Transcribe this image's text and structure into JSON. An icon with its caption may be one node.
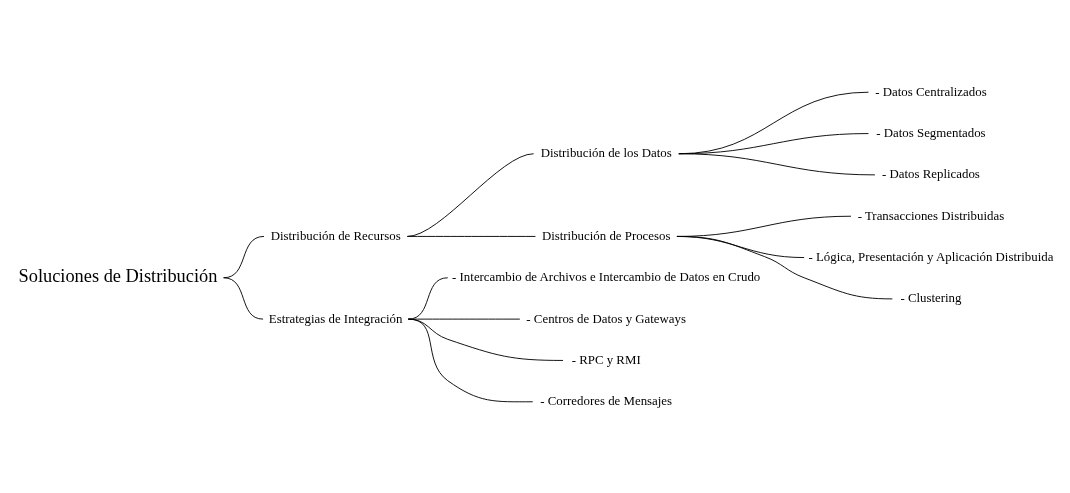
{
  "diagram": {
    "nodes": [
      {
        "text": [
          "Soluciones de Distribución"
        ]
      },
      {
        "text": [
          "Distribución de Recursos"
        ]
      },
      {
        "text": [
          "Estrategias de Integración"
        ]
      },
      {
        "text": [
          "Distribución de los Datos"
        ]
      },
      {
        "text": [
          "Distribución de Procesos"
        ]
      },
      {
        "text": [
          "- Datos Centralizados"
        ]
      },
      {
        "text": [
          "- Datos Segmentados"
        ]
      },
      {
        "text": [
          "- Datos Replicados"
        ]
      },
      {
        "text": [
          "- Transacciones Distribuidas"
        ]
      },
      {
        "text": [
          "- Lógica, Presentación y Aplicación Distribuida"
        ]
      },
      {
        "text": [
          "- Clustering"
        ]
      },
      {
        "text": [
          "- Intercambio de Archivos e Intercambio de Datos en Crudo"
        ]
      },
      {
        "text": [
          "- Centros de Datos y Gateways"
        ]
      },
      {
        "text": [
          "- RPC y RMI"
        ]
      },
      {
        "text": [
          "- Corredores de Mensajes"
        ]
      }
    ],
    "edges": [
      {
        "from": 0,
        "to": 1,
        "arrow": "none"
      },
      {
        "from": 0,
        "to": 2,
        "arrow": "none"
      },
      {
        "from": 1,
        "to": 3,
        "arrow": "none"
      },
      {
        "from": 1,
        "to": 4,
        "arrow": "none"
      },
      {
        "from": 3,
        "to": 5,
        "arrow": "none"
      },
      {
        "from": 3,
        "to": 6,
        "arrow": "none"
      },
      {
        "from": 3,
        "to": 7,
        "arrow": "none"
      },
      {
        "from": 4,
        "to": 8,
        "arrow": "none"
      },
      {
        "from": 4,
        "to": 9,
        "arrow": "none"
      },
      {
        "from": 4,
        "to": 10,
        "arrow": "none"
      },
      {
        "from": 2,
        "to": 11,
        "arrow": "none"
      },
      {
        "from": 2,
        "to": 12,
        "arrow": "none"
      },
      {
        "from": 2,
        "to": 13,
        "arrow": "none"
      },
      {
        "from": 2,
        "to": 14,
        "arrow": "none"
      }
    ]
  }
}
